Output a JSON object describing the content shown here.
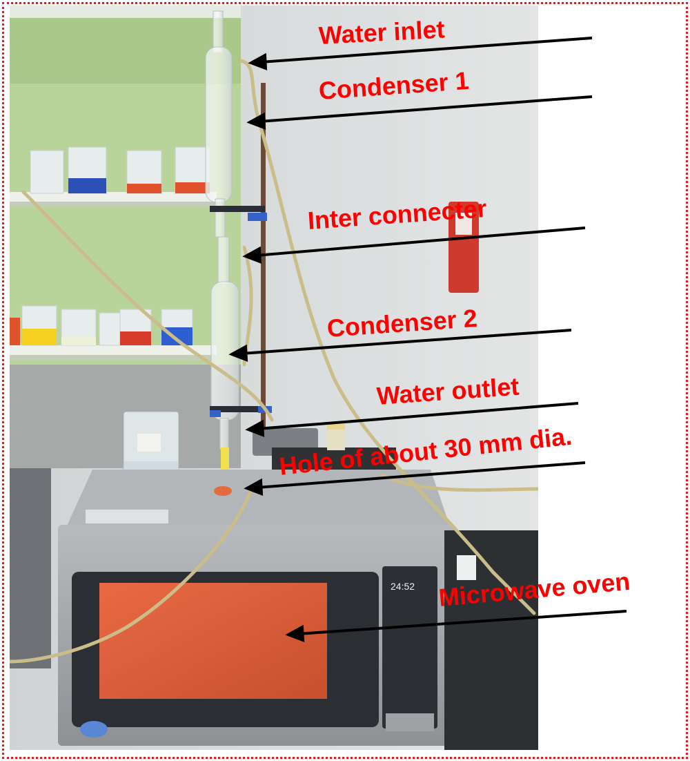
{
  "labels": {
    "water_inlet": "Water inlet",
    "condenser_1": "Condenser 1",
    "inter_connecter": "Inter connecter",
    "condenser_2": "Condenser 2",
    "water_outlet": "Water outlet",
    "hole": "Hole of about 30 mm dia.",
    "microwave_oven": "Microwave oven"
  },
  "oven_display": "24:52",
  "colors": {
    "label_text": "#ff0000",
    "arrow": "#000000",
    "frame": "#d32020"
  }
}
